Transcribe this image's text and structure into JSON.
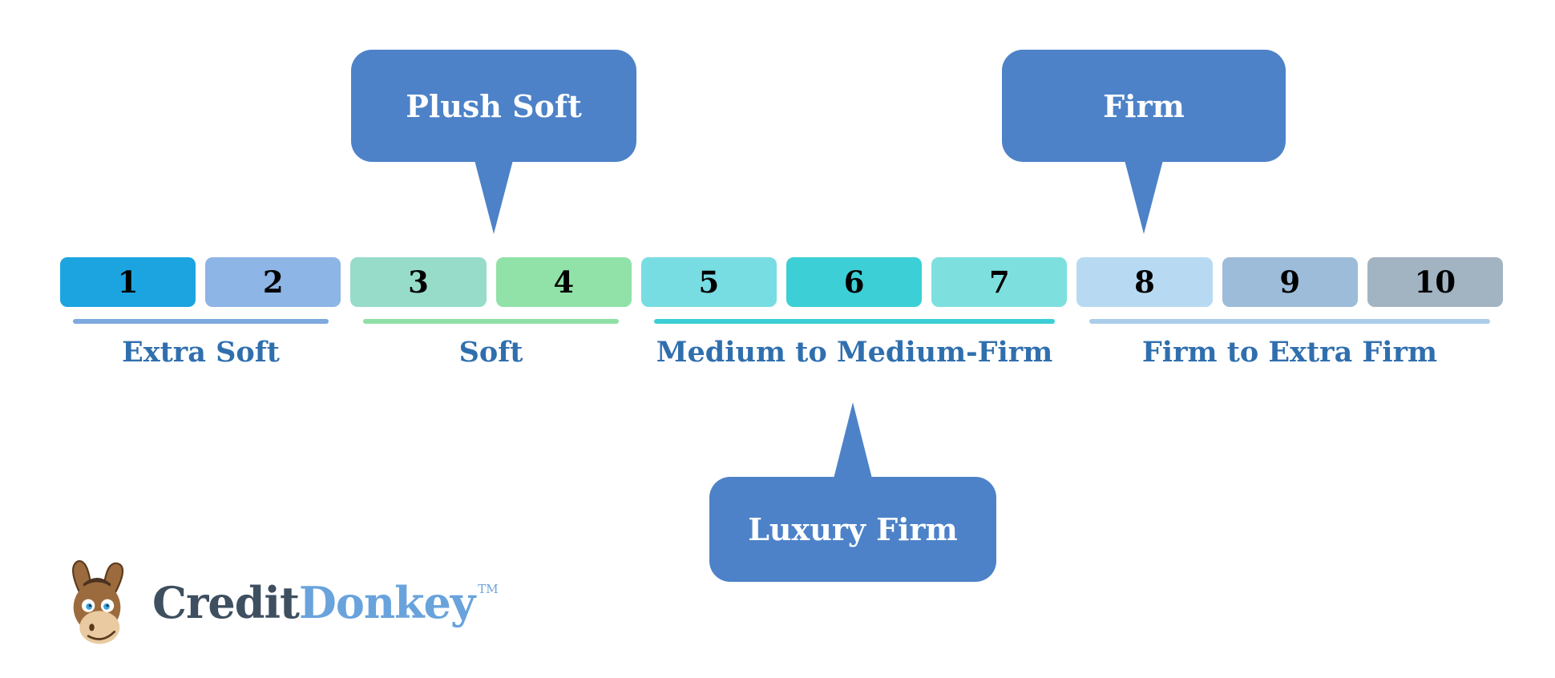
{
  "page": {
    "background": "#ffffff"
  },
  "scale": {
    "blocks": [
      {
        "label": "1",
        "color": "#1ca4e0"
      },
      {
        "label": "2",
        "color": "#8db5e5"
      },
      {
        "label": "3",
        "color": "#96dcc9"
      },
      {
        "label": "4",
        "color": "#90e2a8"
      },
      {
        "label": "5",
        "color": "#78dde2"
      },
      {
        "label": "6",
        "color": "#3ccfd5"
      },
      {
        "label": "7",
        "color": "#7de0de"
      },
      {
        "label": "8",
        "color": "#b7daf2"
      },
      {
        "label": "9",
        "color": "#9dbcd9"
      },
      {
        "label": "10",
        "color": "#a2b3c2"
      }
    ],
    "number_color": "#ffffff",
    "label_color": "#306fae",
    "groups": [
      {
        "label": "Extra Soft",
        "underline_color": "#7ea9dd"
      },
      {
        "label": "Soft",
        "underline_color": "#8fe0a7"
      },
      {
        "label": "Medium to Medium-Firm",
        "underline_color": "#3ccfd5"
      },
      {
        "label": "Firm to Extra Firm",
        "underline_color": "#abcdea"
      }
    ]
  },
  "callouts": {
    "bubble_color": "#4d82c8",
    "text_color": "#ffffff",
    "items": [
      {
        "label": "Plush Soft",
        "direction": "down",
        "points_to": "3-4"
      },
      {
        "label": "Firm",
        "direction": "down",
        "points_to": "8"
      },
      {
        "label": "Luxury Firm",
        "direction": "up",
        "points_to": "5-7"
      }
    ]
  },
  "branding": {
    "name_part1": "Credit",
    "name_part2": "Donkey",
    "trademark": "TM",
    "part1_color": "#3e4f60",
    "part2_color": "#69a3dc",
    "mascot": "donkey-mascot"
  }
}
